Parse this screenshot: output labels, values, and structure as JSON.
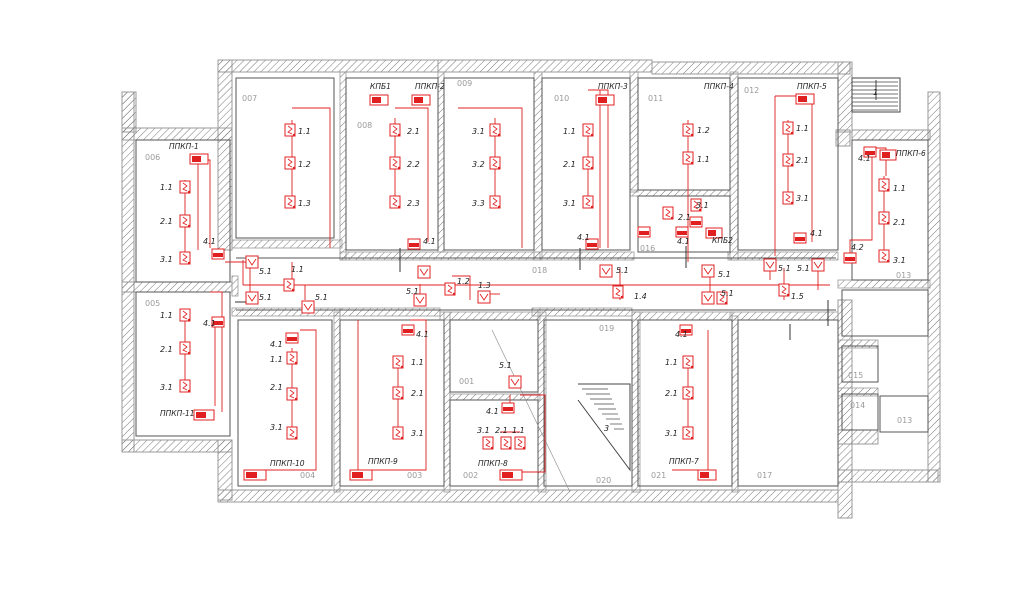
{
  "colors": {
    "wall": "#999999",
    "hatch": "#777777",
    "wire": "#e02020",
    "fill": "#e02020",
    "text": "#222222",
    "room": "#9a9a9a"
  },
  "rooms": [
    "007",
    "008",
    "009",
    "010",
    "011",
    "012",
    "006",
    "005",
    "004",
    "003",
    "001",
    "002",
    "020",
    "021",
    "017",
    "018",
    "019",
    "016",
    "015",
    "014",
    "013"
  ],
  "panels": [
    "ППКП-1",
    "ППКП-2",
    "ППКП-3",
    "ППКП-4",
    "ППКП-5",
    "ППКП-6",
    "ППКП-7",
    "ППКП-8",
    "ППКП-9",
    "ППКП-10",
    "ППКП-11",
    "КПБ1",
    "КПБ2"
  ],
  "detectors": [
    "1.1",
    "1.2",
    "1.3",
    "1.4",
    "1.5",
    "2.1",
    "2.2",
    "2.3",
    "3.1",
    "3.2",
    "3.3",
    "4.1",
    "4.2",
    "5.1"
  ],
  "stairs": [
    "1",
    "3"
  ]
}
